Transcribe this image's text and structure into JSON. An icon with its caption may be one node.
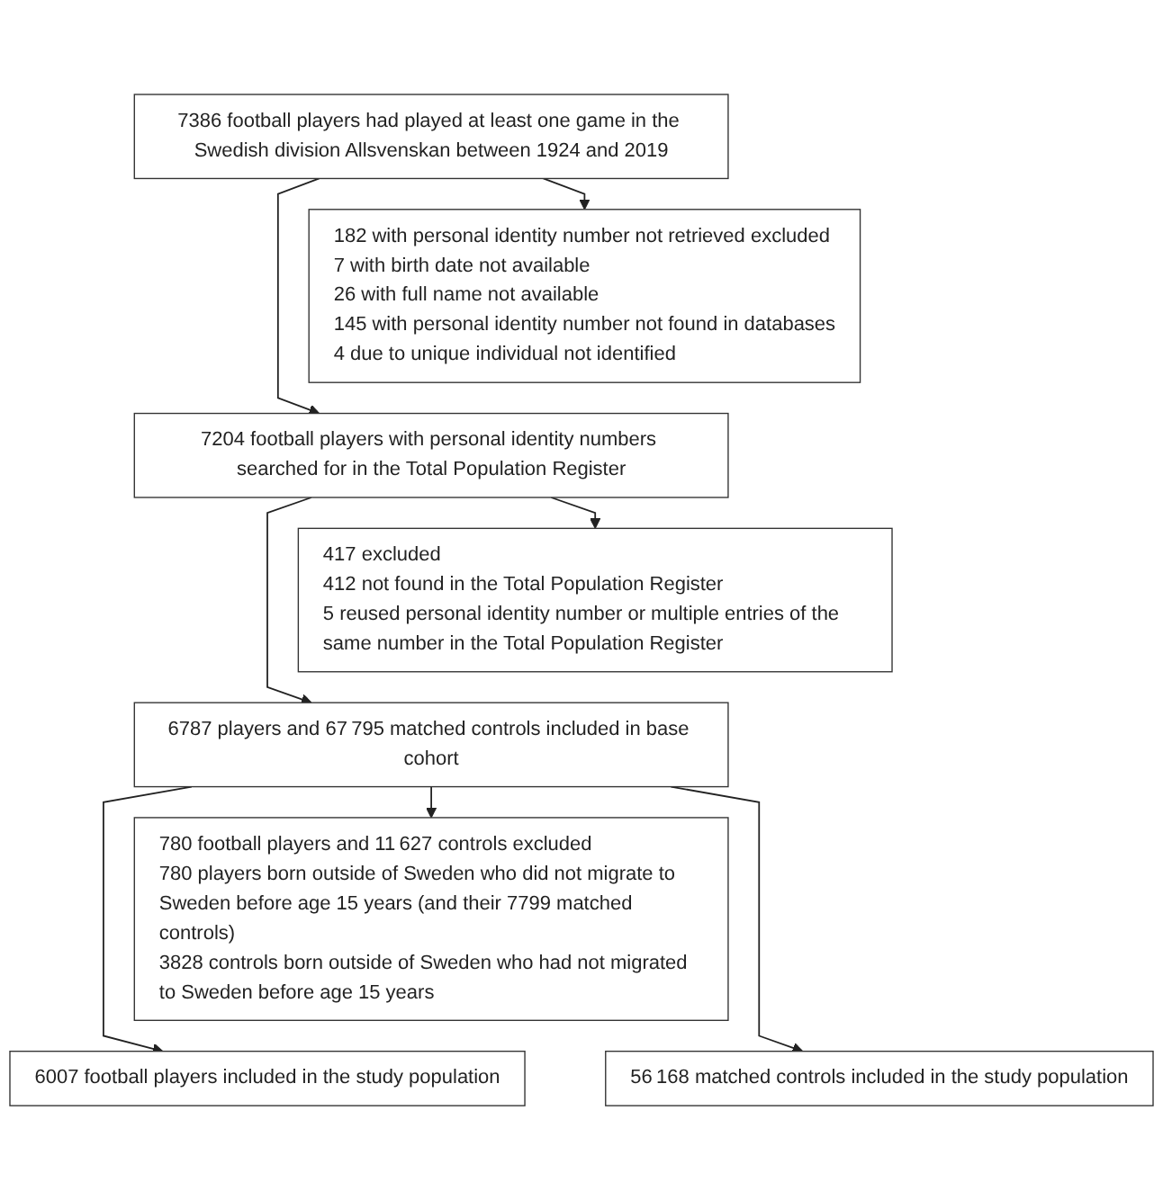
{
  "diagram": {
    "nodes": [
      {
        "text": [
          "7386 football players had played at least one game in the Swedish division Allsvenskan between 1924 and 2019"
        ]
      },
      {
        "text": [
          "182 with personal identity number not retrieved excluded",
          "7 with birth date not available",
          "26 with full name not available",
          "145 with personal identity number not found in databases",
          "4 due to unique individual not identified"
        ]
      },
      {
        "text": [
          "7204 football players with personal identity numbers searched for in the Total Population Register"
        ]
      },
      {
        "text": [
          "417 excluded",
          "412 not found in the Total Population Register",
          "5 reused personal identity number or multiple entries of the same number in the Total Population Register"
        ]
      },
      {
        "text": [
          "6787 players and 67 795 matched controls included in base cohort"
        ]
      },
      {
        "text": [
          "780 football players and 11 627 controls excluded",
          "780 players born outside of Sweden who did not migrate to Sweden before age 15 years (and their 7799 matched controls)",
          "3828 controls born outside of Sweden who had not migrated to Sweden before age 15 years"
        ]
      },
      {
        "text": [
          "6007 football players included in the study population"
        ]
      },
      {
        "text": [
          "56 168 matched controls included in the study population"
        ]
      }
    ],
    "edges": [
      {
        "from": 0,
        "to": 2,
        "arrow": "to"
      },
      {
        "from": 0,
        "to": 1,
        "arrow": "to"
      },
      {
        "from": 2,
        "to": 4,
        "arrow": "to"
      },
      {
        "from": 2,
        "to": 3,
        "arrow": "to"
      },
      {
        "from": 4,
        "to": 6,
        "arrow": "to"
      },
      {
        "from": 4,
        "to": 7,
        "arrow": "to"
      },
      {
        "from": 4,
        "to": 5,
        "arrow": "to"
      }
    ]
  }
}
